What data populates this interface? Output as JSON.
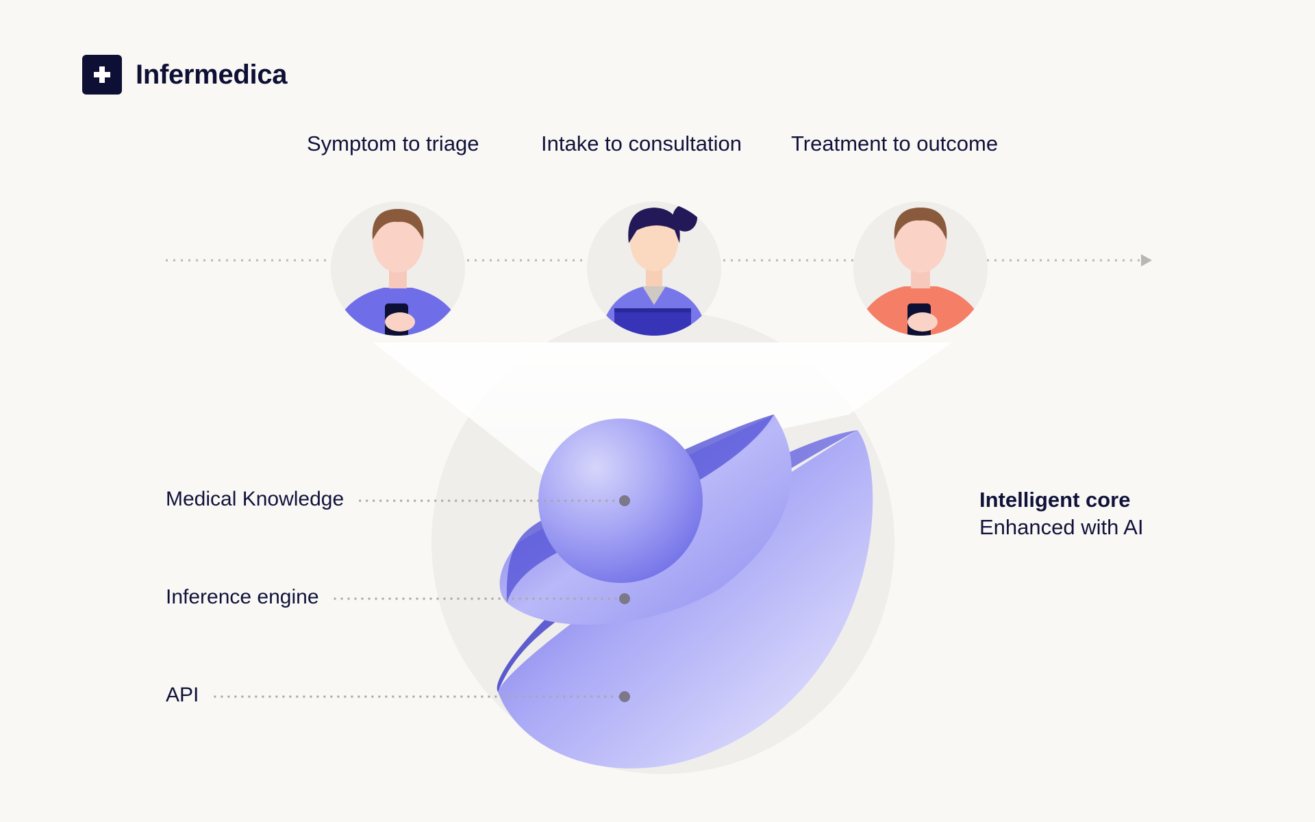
{
  "brand": {
    "name": "Infermedica",
    "logo_icon": "plus-icon"
  },
  "stages": [
    {
      "label": "Symptom to triage",
      "persona": "patient-with-phone-icon"
    },
    {
      "label": "Intake to consultation",
      "persona": "clinician-with-laptop-icon"
    },
    {
      "label": "Treatment to outcome",
      "persona": "patient-with-phone-icon"
    }
  ],
  "layers": [
    {
      "label": "Medical Knowledge"
    },
    {
      "label": "Inference engine"
    },
    {
      "label": "API"
    }
  ],
  "core": {
    "title": "Intelligent core",
    "subtitle": "Enhanced with AI"
  },
  "colors": {
    "brand": "#0e0f34",
    "accent": "#7d7cef",
    "accent_dark": "#4f4ed1",
    "coral": "#f47f66",
    "text": "#10123a"
  }
}
